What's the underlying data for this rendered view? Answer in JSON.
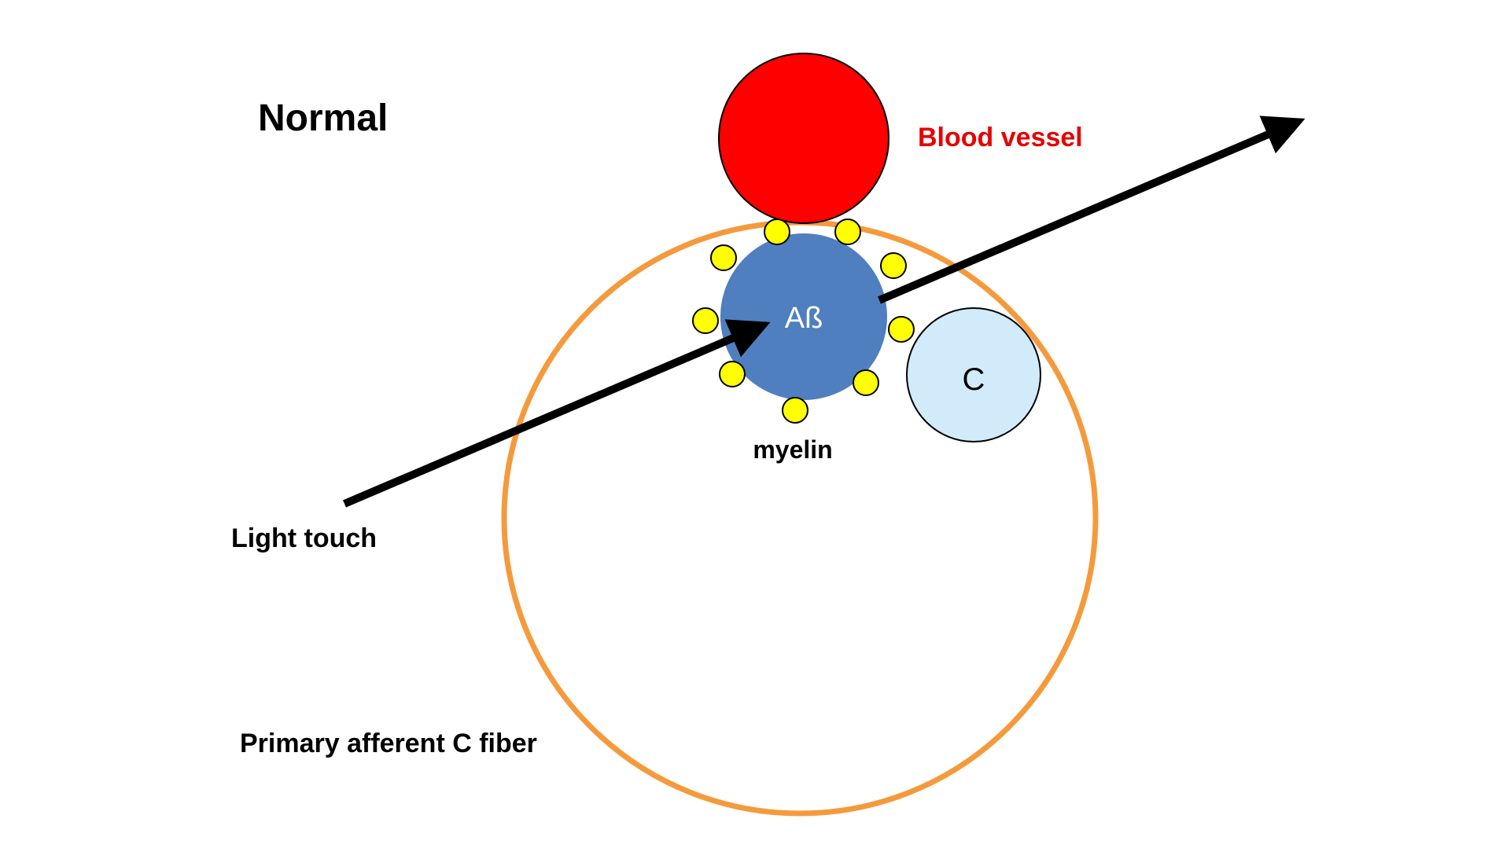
{
  "labels": {
    "title": "Normal",
    "blood_vessel": "Blood vessel",
    "abeta_fiber": "Aß",
    "c_fiber": "C",
    "myelin": "myelin",
    "light_touch": "Light touch",
    "primary_afferent": "Primary afferent C fiber"
  },
  "colors": {
    "blood_vessel": "#ff0000",
    "blood_vessel_label": "#e60000",
    "abeta_fiber": "#4f7fbf",
    "c_fiber": "#d2ebfa",
    "myelin": "#ffff00",
    "outer_ring": "#f59a3c",
    "arrow": "#000000",
    "text": "#000000",
    "abeta_text": "#ffffff"
  },
  "icons": {
    "arrow": "arrow-right-up-icon"
  }
}
